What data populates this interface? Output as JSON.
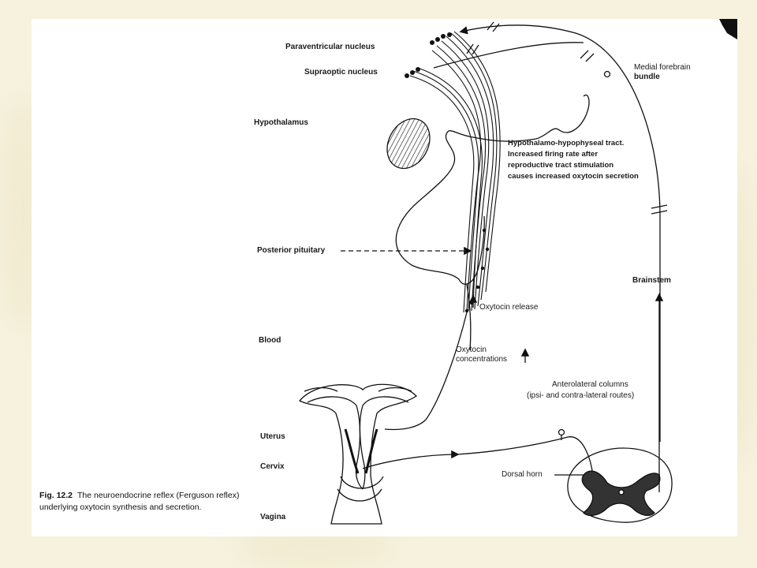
{
  "labels": {
    "paraventricular": "Paraventricular nucleus",
    "supraoptic": "Supraoptic nucleus",
    "hypothalamus": "Hypothalamus",
    "medial_forebrain_1": "Medial forebrain",
    "medial_forebrain_2": "bundle",
    "tract_1": "Hypothalamo-hypophyseal tract.",
    "tract_2": "Increased firing rate after",
    "tract_3": "reproductive tract stimulation",
    "tract_4": "causes increased oxytocin secretion",
    "posterior_pituitary": "Posterior pituitary",
    "brainstem": "Brainstem",
    "oxytocin_release": "Oxytocin release",
    "blood": "Blood",
    "oxytocin_conc_1": "Oxytocin",
    "oxytocin_conc_2": "concentrations",
    "anterolateral_1": "Anterolateral columns",
    "anterolateral_2": "(ipsi- and contra-lateral routes)",
    "uterus": "Uterus",
    "cervix": "Cervix",
    "dorsal_horn": "Dorsal horn",
    "vagina": "Vagina"
  },
  "caption": {
    "figure_number": "Fig. 12.2",
    "text": "The neuroendocrine reflex (Ferguson reflex) underlying oxytocin synthesis and secretion."
  }
}
